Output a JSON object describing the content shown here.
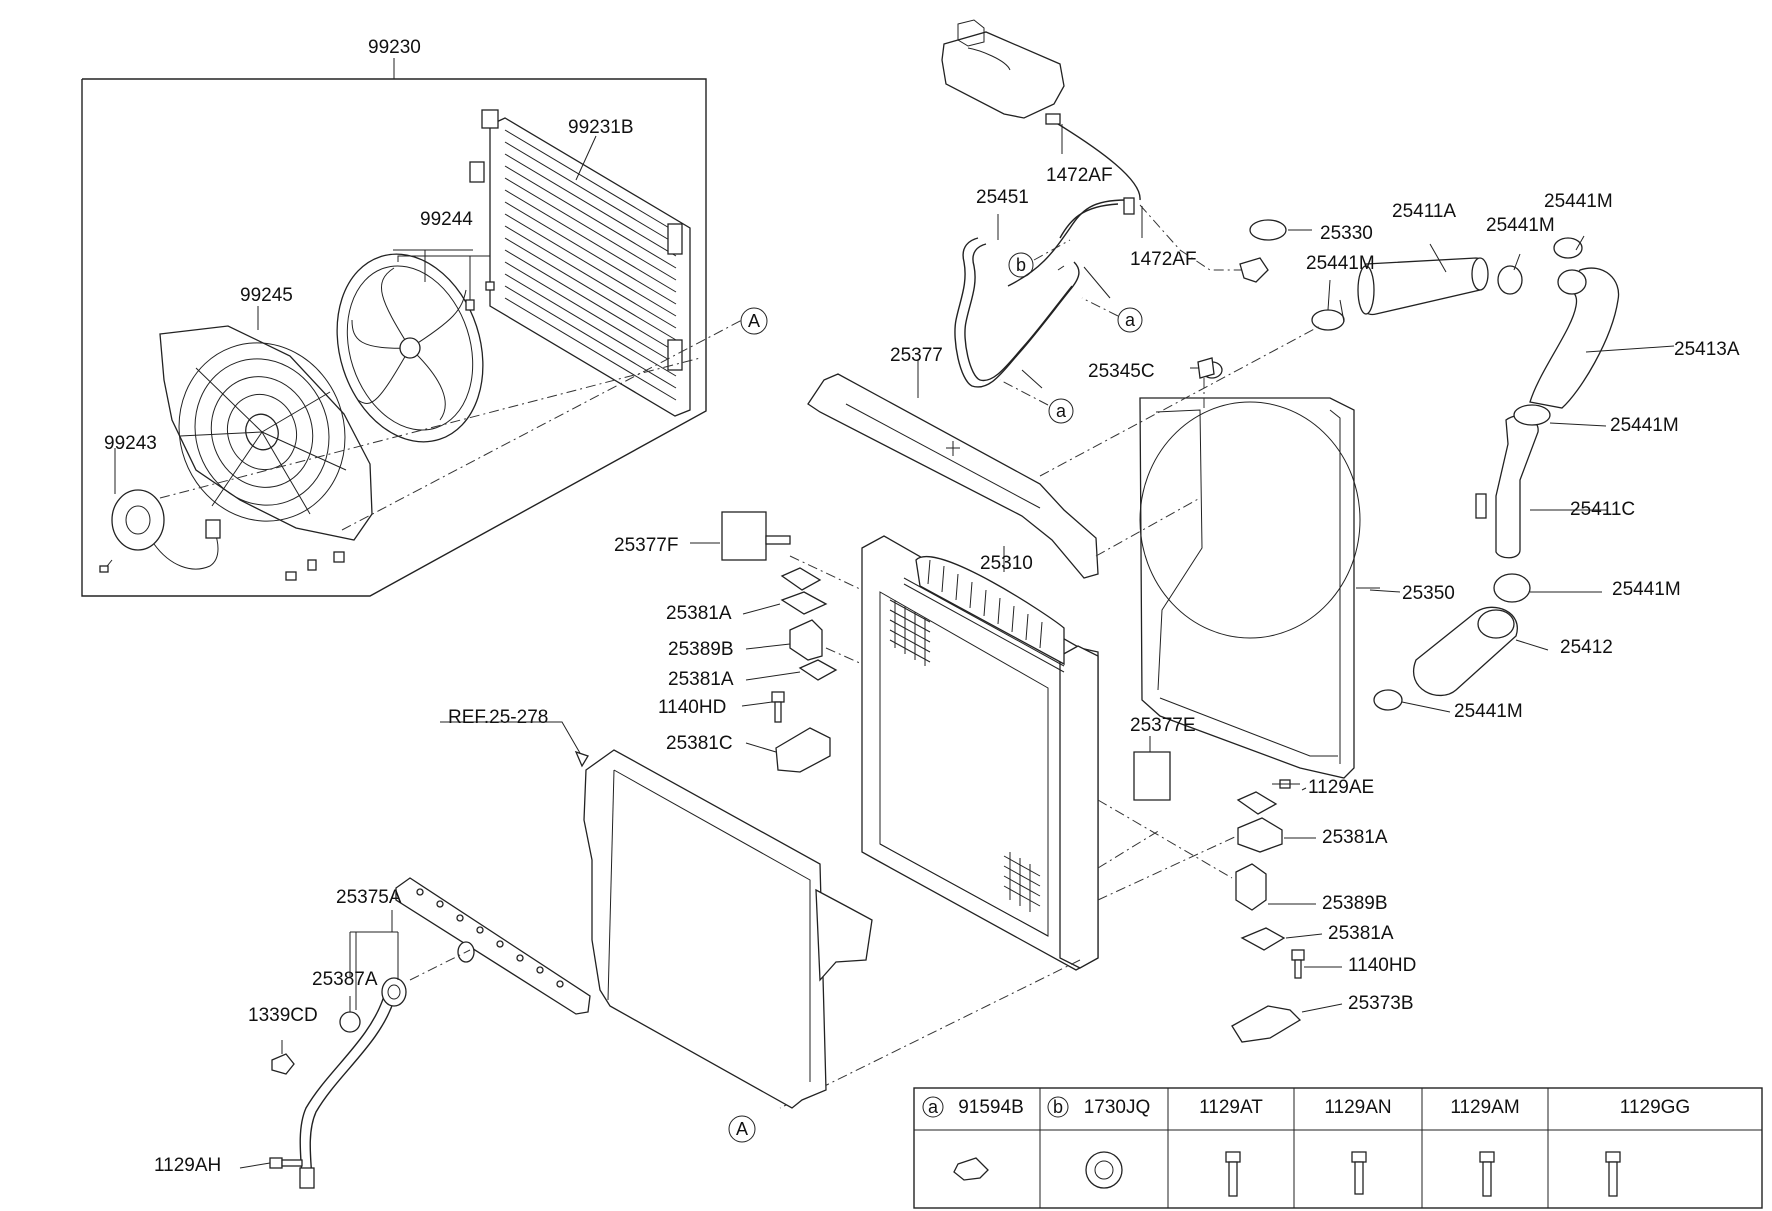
{
  "diagram": {
    "callouts": {
      "c99230": "99230",
      "c99231B": "99231B",
      "c99244": "99244",
      "c99245": "99245",
      "c99243": "99243",
      "c25451": "25451",
      "c1472AF_1": "1472AF",
      "c1472AF_2": "1472AF",
      "c25330": "25330",
      "c25411A": "25411A",
      "c25441M_1": "25441M",
      "c25441M_2": "25441M",
      "c25441M_3": "25441M",
      "c25441M_4": "25441M",
      "c25441M_5": "25441M",
      "c25441M_6": "25441M",
      "c25413A": "25413A",
      "c25377": "25377",
      "c25345C": "25345C",
      "c25411C": "25411C",
      "c25377F": "25377F",
      "c25310": "25310",
      "c25350": "25350",
      "c25381A_1": "25381A",
      "c25389B_1": "25389B",
      "c25381A_2": "25381A",
      "c1140HD_1": "1140HD",
      "c25381C": "25381C",
      "c25412": "25412",
      "cREF": "REF.25-278",
      "c25377E": "25377E",
      "c1129AE": "1129AE",
      "c25381A_3": "25381A",
      "c25389B_2": "25389B",
      "c25381A_4": "25381A",
      "c1140HD_2": "1140HD",
      "c25373B": "25373B",
      "c25375A": "25375A",
      "c25387A": "25387A",
      "c1339CD": "1339CD",
      "c1129AH": "1129AH"
    },
    "markers": {
      "a": "a",
      "b": "b",
      "A": "A"
    },
    "legend_table": {
      "columns": [
        {
          "marker": "a",
          "part": "91594B"
        },
        {
          "marker": "b",
          "part": "1730JQ"
        },
        {
          "marker": "",
          "part": "1129AT"
        },
        {
          "marker": "",
          "part": "1129AN"
        },
        {
          "marker": "",
          "part": "1129AM"
        },
        {
          "marker": "",
          "part": "1129GG"
        }
      ]
    }
  }
}
